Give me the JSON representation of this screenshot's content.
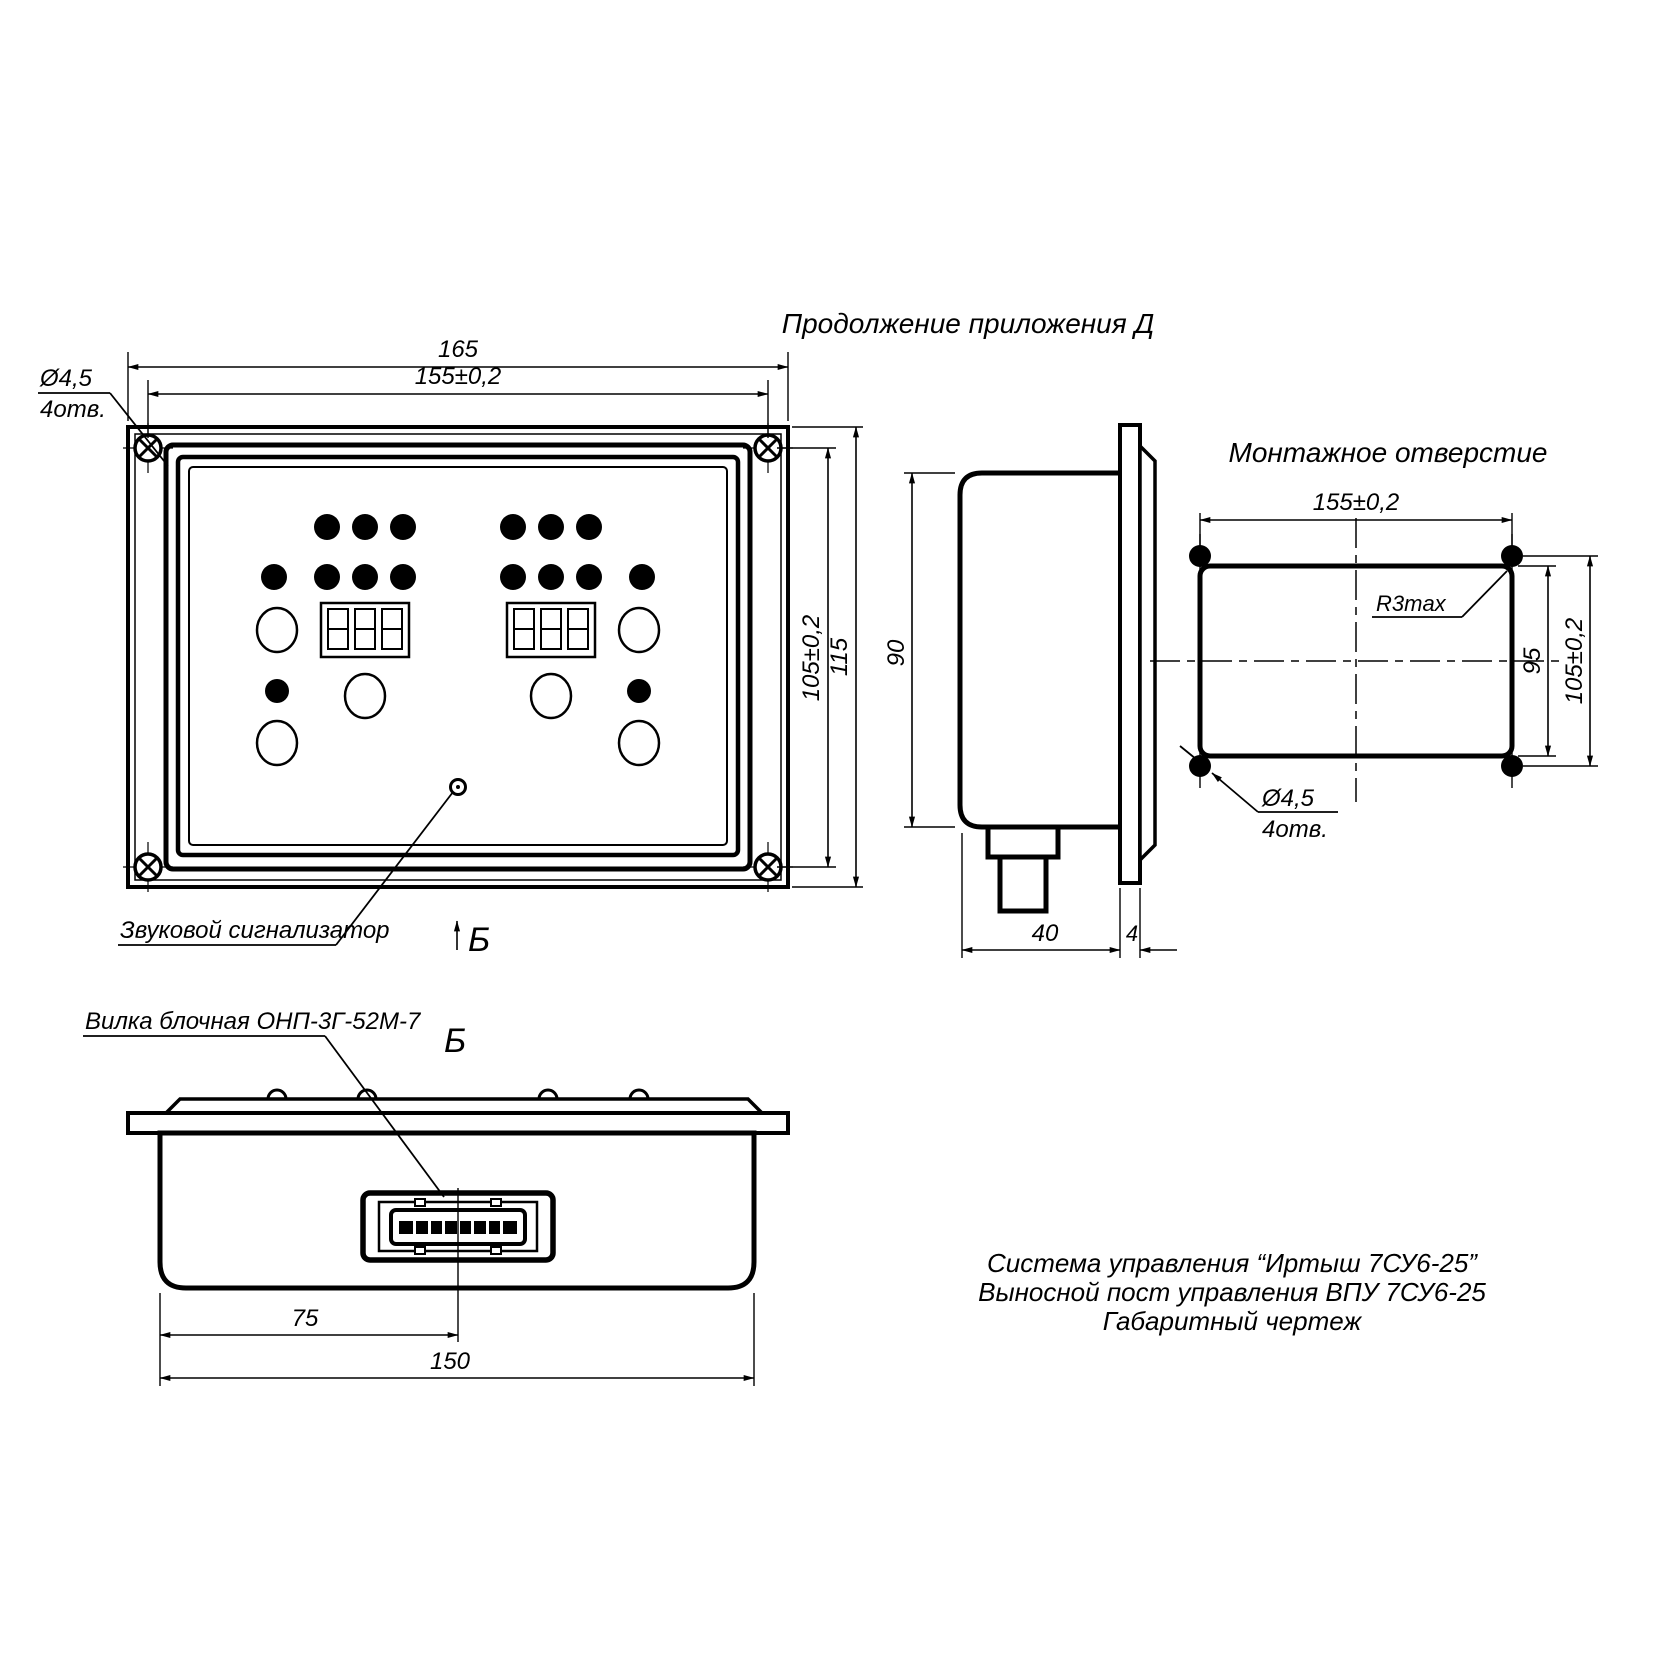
{
  "page_title": "Продолжение приложения Д",
  "front_view": {
    "dim_width_outer": "165",
    "dim_width_holes": "155±0,2",
    "dim_height_holes": "105±0,2",
    "dim_height_outer": "115",
    "hole_note_diameter": "Ø4,5",
    "hole_note_count": "4отв.",
    "buzzer_label": "Звуковой сигнализатор",
    "section_letter": "Б"
  },
  "side_view": {
    "dim_height": "90",
    "dim_depth": "40",
    "dim_flange": "4"
  },
  "mounting_view": {
    "title": "Монтажное отверстие",
    "dim_width": "155±0,2",
    "dim_height_inner": "95",
    "dim_height_holes": "105±0,2",
    "radius_note": "R3max",
    "hole_note_diameter": "Ø4,5",
    "hole_note_count": "4отв."
  },
  "bottom_view": {
    "view_label": "Б",
    "connector_label": "Вилка блочная ОНП-3Г-52М-7",
    "dim_connector_offset": "75",
    "dim_width": "150"
  },
  "title_block": {
    "line1": "Система управления “Иртыш 7СУ6-25”",
    "line2": "Выносной пост управления ВПУ 7СУ6-25",
    "line3": "Габаритный чертеж"
  },
  "colors": {
    "ink": "#000000",
    "paper": "#ffffff"
  }
}
